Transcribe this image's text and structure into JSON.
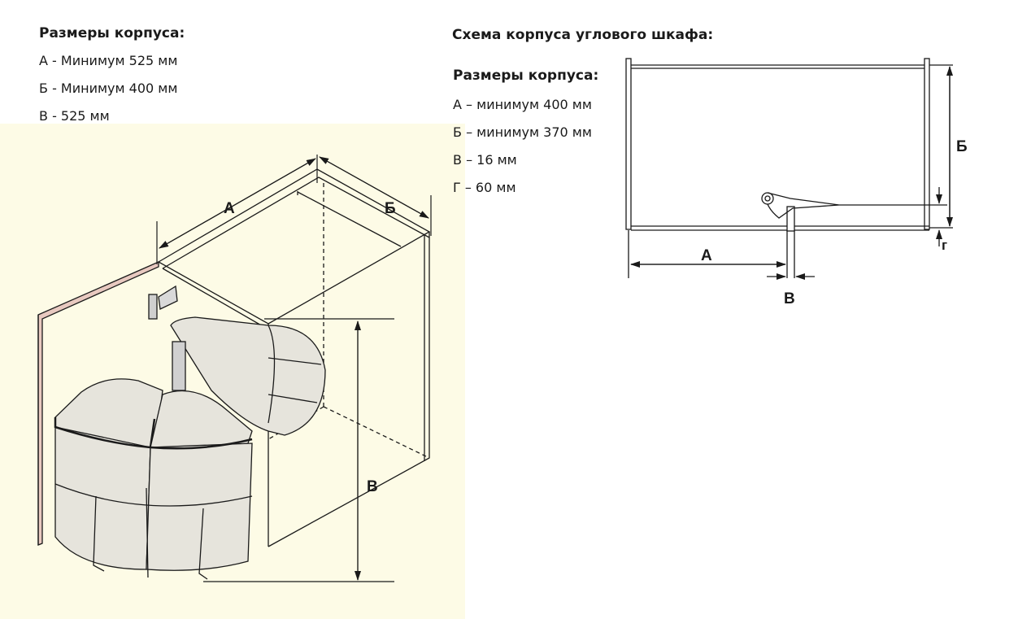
{
  "left": {
    "heading": "Размеры корпуса:",
    "items": [
      "А - Минимум 525 мм",
      "Б - Минимум 400 мм",
      "В - 525 мм"
    ],
    "diagram_labels": {
      "a": "А",
      "b": "Б",
      "v": "В"
    }
  },
  "right": {
    "title": "Схема корпуса углового шкафа:",
    "heading": "Размеры корпуса:",
    "items": [
      "А – минимум 400 мм",
      "Б – минимум 370 мм",
      "В – 16 мм",
      "Г – 60 мм"
    ],
    "diagram_labels": {
      "a": "А",
      "b": "Б",
      "v": "В",
      "g": "г"
    }
  },
  "colors": {
    "background_panel": "#fdfbe6",
    "line": "#1a1a1a",
    "cabinet_edge": "#e8c9c0",
    "basket": "#e6e4dc"
  }
}
